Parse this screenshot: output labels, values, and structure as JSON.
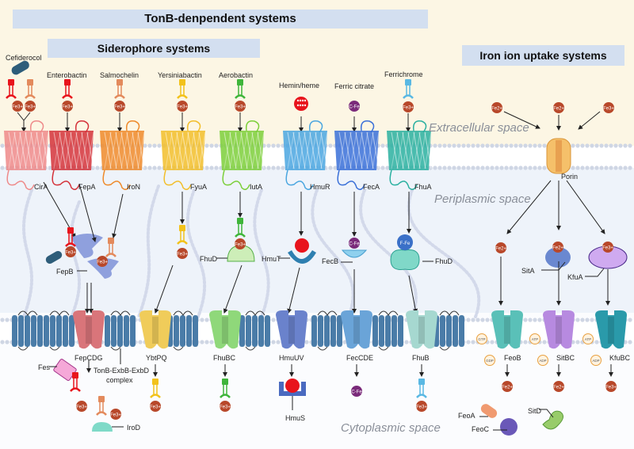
{
  "banners": {
    "tonb": "TonB-denpendent systems",
    "siderophore": "Siderophore systems",
    "iron_ion": "Iron ion uptake systems"
  },
  "spaces": {
    "extracellular": "Extracellular space",
    "periplasmic": "Periplasmic space",
    "cytoplasmic": "Cytoplasmic space"
  },
  "substrates": [
    {
      "id": "cefiderocol",
      "label": "Cefiderocol",
      "color": "#2e5d7a"
    },
    {
      "id": "enterobactin",
      "label": "Enterobactin",
      "color": "#e8141c"
    },
    {
      "id": "salmochelin",
      "label": "Salmochelin",
      "color": "#e38a5c"
    },
    {
      "id": "yersiniabactin",
      "label": "Yersiniabactin",
      "color": "#f2c21b"
    },
    {
      "id": "aerobactin",
      "label": "Aerobactin",
      "color": "#3fb53a"
    },
    {
      "id": "hemin",
      "label": "Hemin/heme",
      "color": "#e8141c"
    },
    {
      "id": "ferric_citrate",
      "label": "Ferric citrate",
      "color": "#7a2a7a"
    },
    {
      "id": "ferrichrome",
      "label": "Ferrichrome",
      "color": "#59b8e3"
    }
  ],
  "outer_receptors": [
    {
      "label": "CirA",
      "color": "#ee8a8a"
    },
    {
      "label": "FepA",
      "color": "#d4323a"
    },
    {
      "label": "IroN",
      "color": "#ee8a2a"
    },
    {
      "label": "FyuA",
      "color": "#f2be2a"
    },
    {
      "label": "IutA",
      "color": "#7ccf3a"
    },
    {
      "label": "HmuR",
      "color": "#4aa6e0"
    },
    {
      "label": "FecA",
      "color": "#3a70d8"
    },
    {
      "label": "FhuA",
      "color": "#2ab0a0"
    }
  ],
  "porin": {
    "label": "Porin",
    "color": "#f5c06a"
  },
  "periplasmic_proteins": [
    {
      "label": "FepB"
    },
    {
      "label": "FhuD",
      "key": "fhud1"
    },
    {
      "label": "HmuT"
    },
    {
      "label": "FecB"
    },
    {
      "label": "FhuD",
      "key": "fhud2"
    },
    {
      "label": "SitA"
    },
    {
      "label": "KfuA"
    }
  ],
  "inner_transporters": [
    {
      "label": "FepCDG",
      "color": "#d9757a"
    },
    {
      "label": "YbtPQ",
      "color": "#f0cc5a"
    },
    {
      "label": "FhuBC",
      "color": "#8fd87a"
    },
    {
      "label": "HmuUV",
      "color": "#6a82cc"
    },
    {
      "label": "FecCDE",
      "color": "#6aa4d8"
    },
    {
      "label": "FhuB",
      "color": "#a6d8d0"
    },
    {
      "label": "FeoB",
      "color": "#5ac0b8"
    },
    {
      "label": "SitBC",
      "color": "#b78ae0"
    },
    {
      "label": "KfuBC",
      "color": "#2a9aaa"
    }
  ],
  "tonb_complex": {
    "label_line1": "TonB-ExbB-ExbD",
    "label_line2": "complex",
    "color": "#4a7ca8"
  },
  "cytoplasmic_proteins": [
    {
      "label": "Fes"
    },
    {
      "label": "IroD"
    },
    {
      "label": "HmuS"
    },
    {
      "label": "FeoA"
    },
    {
      "label": "FeoC"
    },
    {
      "label": "SitD"
    }
  ],
  "ions": {
    "fe3": "Fe3+",
    "fe2": "Fe2+",
    "citrate_fe": "C-Fe",
    "ferrichrome_fe": "F-Fe",
    "ion_color": "#b8482a"
  },
  "nucleotides": {
    "gtp": "GTP",
    "gdp": "GDP",
    "atp": "ATP",
    "adp": "ADP"
  }
}
